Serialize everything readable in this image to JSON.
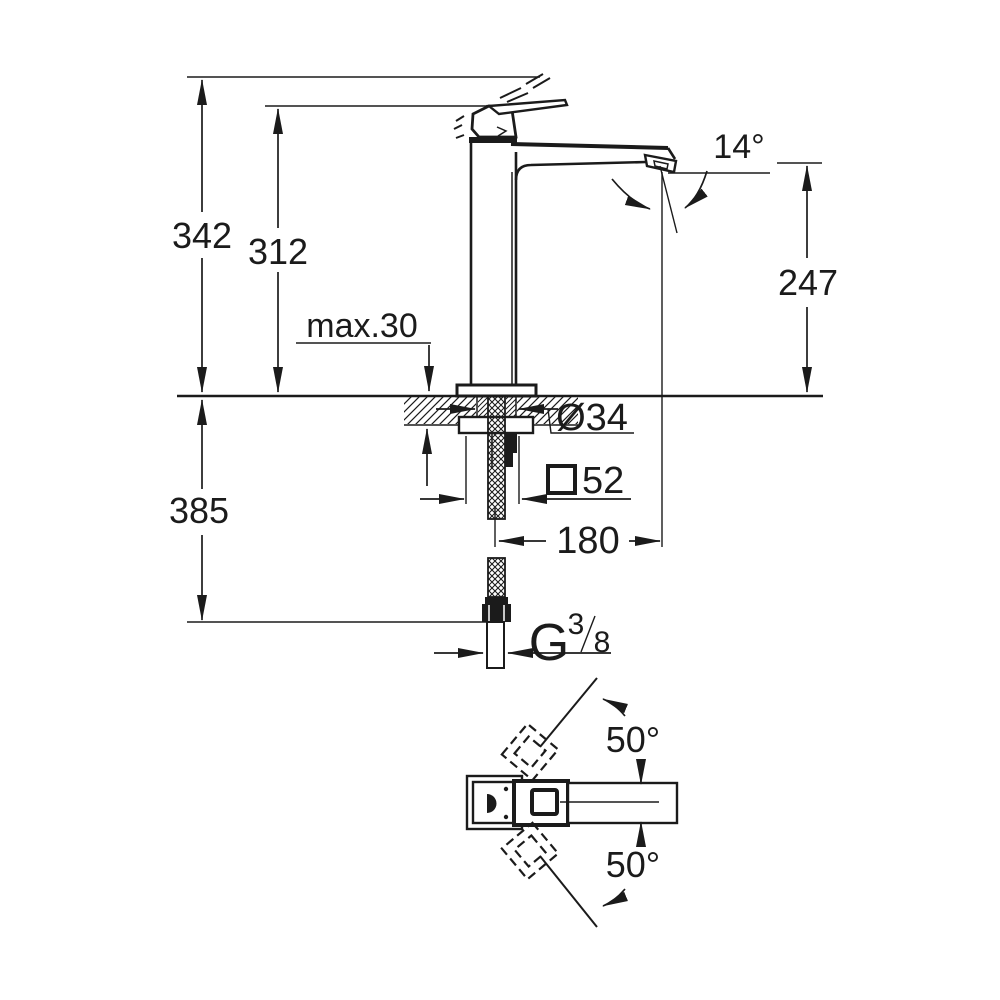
{
  "colors": {
    "line": "#1b1b1b",
    "background": "#ffffff"
  },
  "drawing": {
    "dimensions": {
      "overall_height": "342",
      "spout_top_height": "312",
      "deck_thickness_max": "max.30",
      "aerator_angle": "14°",
      "outlet_height": "247",
      "hole_diameter": "Ø34",
      "base_square_size": "52",
      "projection": "180",
      "hose_length": "385",
      "thread": {
        "g": "G",
        "numerator": "3",
        "denominator": "8"
      },
      "handle_swing_upper": "50°",
      "handle_swing_lower": "50°"
    }
  }
}
